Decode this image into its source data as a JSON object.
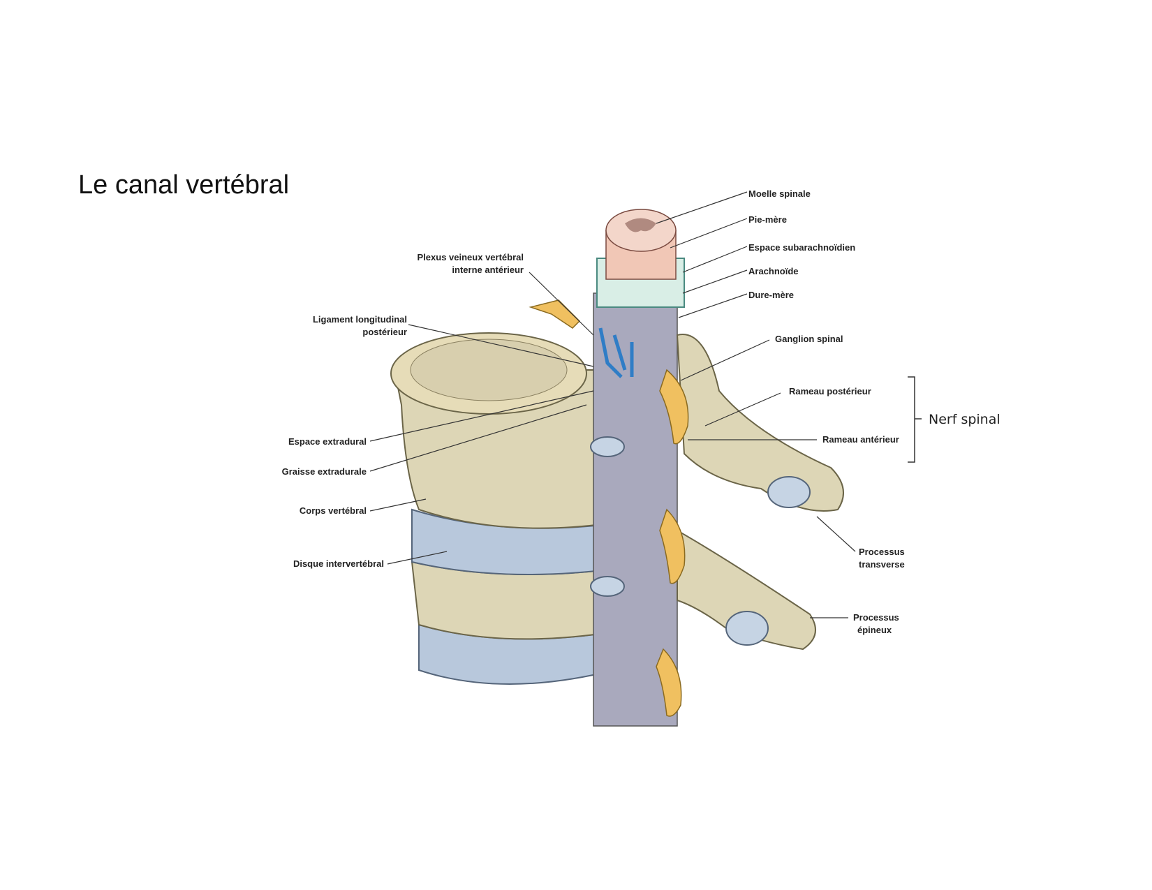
{
  "title": "Le canal vertébral",
  "labels": {
    "moelle_spinale": "Moelle spinale",
    "pie_mere": "Pie-mère",
    "espace_subarachnoidien": "Espace subarachnoïdien",
    "arachnoide": "Arachnoïde",
    "dure_mere": "Dure-mère",
    "ganglion_spinal": "Ganglion spinal",
    "rameau_posterieur": "Rameau postérieur",
    "rameau_anterieur": "Rameau antérieur",
    "processus_transverse_1": "Processus",
    "processus_transverse_2": "transverse",
    "processus_epineux_1": "Processus",
    "processus_epineux_2": "épineux",
    "plexus_1": "Plexus veineux vertébral",
    "plexus_2": "interne antérieur",
    "ligament_1": "Ligament longitudinal",
    "ligament_2": "postérieur",
    "espace_extradural": "Espace extradural",
    "graisse_extradurale": "Graisse extradurale",
    "corps_vertebral": "Corps vertébral",
    "disque_intervertebral": "Disque intervertébral"
  },
  "bracket_label": "Nerf spinal"
}
